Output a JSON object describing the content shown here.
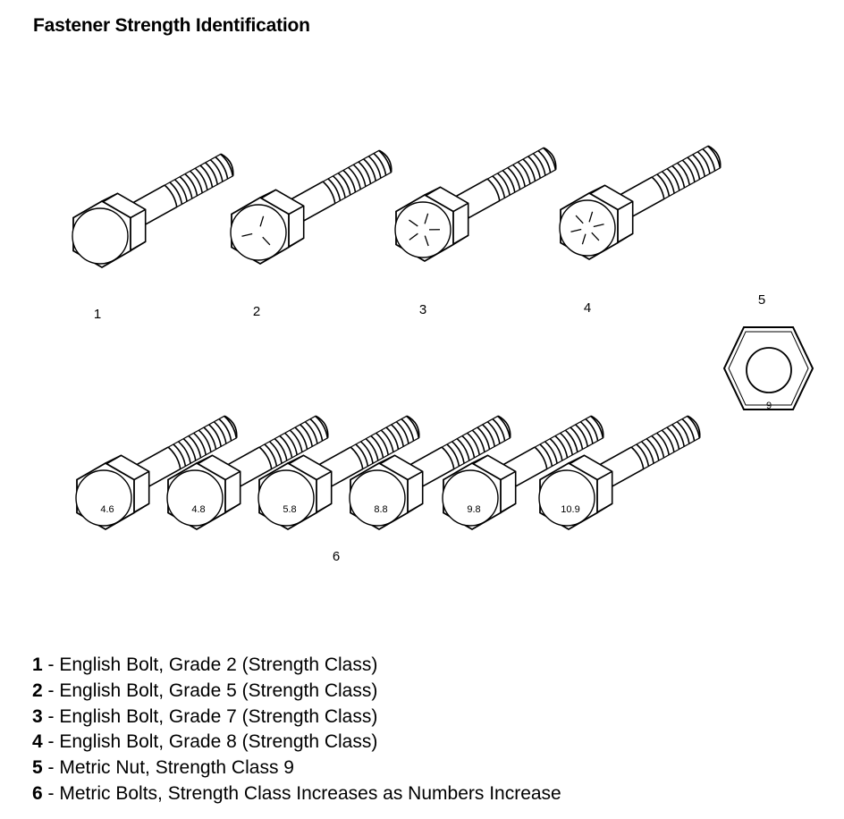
{
  "title": "Fastener Strength Identification",
  "callouts": [
    "1",
    "2",
    "3",
    "4",
    "5",
    "6"
  ],
  "nut_mark": "9",
  "metric_bolt_marks": [
    "4.6",
    "4.8",
    "5.8",
    "8.8",
    "9.8",
    "10.9"
  ],
  "legend": [
    {
      "num": "1",
      "sep": " - ",
      "text": "English Bolt, Grade 2 (Strength Class)"
    },
    {
      "num": "2",
      "sep": " - ",
      "text": "English Bolt, Grade 5 (Strength Class)"
    },
    {
      "num": "3",
      "sep": " - ",
      "text": "English Bolt, Grade 7 (Strength Class)"
    },
    {
      "num": "4",
      "sep": " - ",
      "text": "English Bolt, Grade 8 (Strength Class)"
    },
    {
      "num": "5",
      "sep": " - ",
      "text": "Metric Nut, Strength Class 9"
    },
    {
      "num": "6",
      "sep": " - ",
      "text": "Metric Bolts, Strength Class Increases as Numbers Increase"
    }
  ]
}
